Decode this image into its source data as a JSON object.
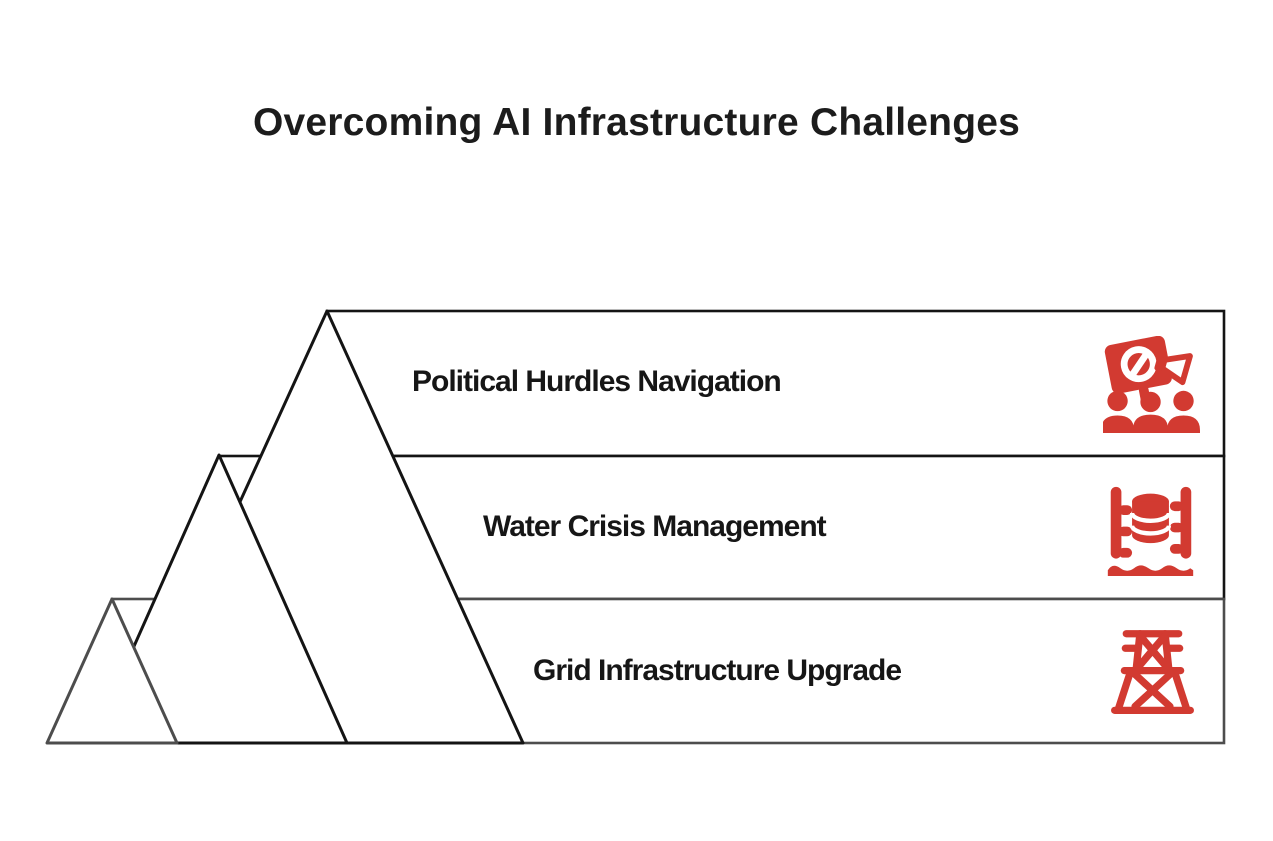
{
  "title": "Overcoming AI Infrastructure Challenges",
  "diagram": {
    "type": "mountain-pyramid-levels",
    "description": "Three overlapping mountain peaks, each peak aligned with a horizontal challenge band",
    "levels": [
      {
        "rank": 1,
        "label": "Political Hurdles Navigation",
        "icon": "protest-crowd-icon",
        "peak": "large"
      },
      {
        "rank": 2,
        "label": "Water Crisis Management",
        "icon": "water-data-center-icon",
        "peak": "medium"
      },
      {
        "rank": 3,
        "label": "Grid Infrastructure Upgrade",
        "icon": "transmission-tower-icon",
        "peak": "small"
      }
    ]
  },
  "colors": {
    "icon_red": "#d23a31",
    "outline_black": "#141414",
    "outline_gray": "#4d4d4d",
    "text": "#1c1c1c",
    "background": "#ffffff"
  }
}
